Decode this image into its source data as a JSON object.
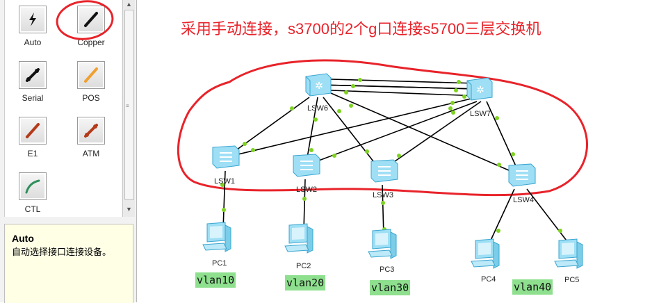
{
  "palette": {
    "items": [
      {
        "label": "Auto",
        "icon": "lightning-icon"
      },
      {
        "label": "Copper",
        "icon": "copper-cable-icon"
      },
      {
        "label": "Serial",
        "icon": "serial-cable-icon"
      },
      {
        "label": "POS",
        "icon": "pos-cable-icon"
      },
      {
        "label": "E1",
        "icon": "e1-cable-icon"
      },
      {
        "label": "ATM",
        "icon": "atm-cable-icon"
      },
      {
        "label": "CTL",
        "icon": "ctl-cable-icon"
      }
    ]
  },
  "description": {
    "title": "Auto",
    "text": "自动选择接口连接设备。"
  },
  "annotation": "采用手动连接，s3700的2个g口连接s5700三层交换机",
  "devices": {
    "core": [
      "LSW6",
      "LSW7"
    ],
    "access": [
      "LSW1",
      "LSW2",
      "LSW3",
      "LSW4"
    ],
    "pcs": [
      "PC1",
      "PC2",
      "PC3",
      "PC4",
      "PC5"
    ]
  },
  "vlans": [
    "vlan10",
    "vlan20",
    "vlan30",
    "vlan40"
  ],
  "colors": {
    "annotation": "#e8232a",
    "link": "#000000",
    "port": "#7ed321",
    "vlan_bg": "#8ee08e"
  }
}
